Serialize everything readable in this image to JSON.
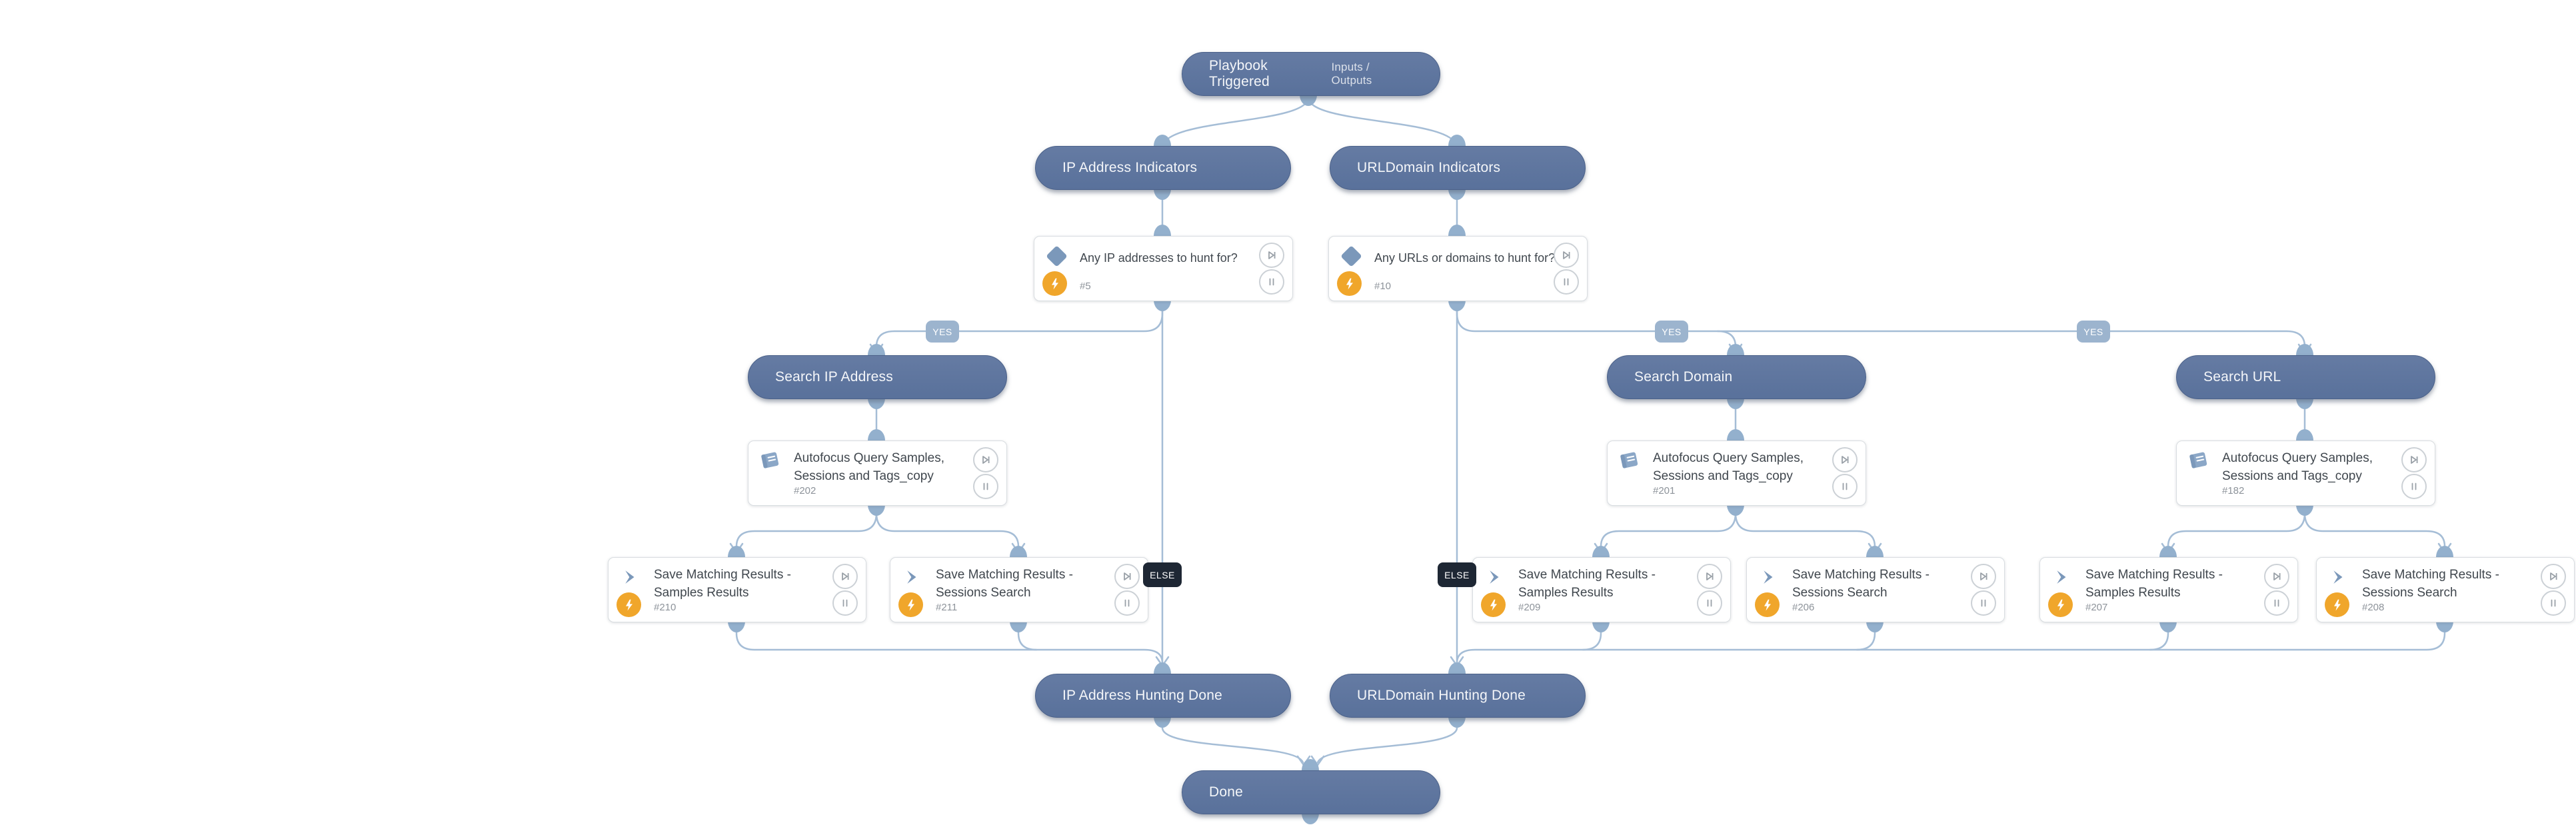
{
  "edge_labels": {
    "yes": "YES",
    "else": "ELSE"
  },
  "colors": {
    "pill_fill": "#5d77a1",
    "connector": "#a5bdd6",
    "yes_badge": "#9cb4ce",
    "else_badge": "#1e2734",
    "task_accent": "#7b98ba",
    "bolt_circle": "#f0a62b",
    "card_border": "#d9dde1",
    "title_text": "#40474e"
  },
  "nodes": {
    "playbook_triggered": {
      "label": "Playbook Triggered",
      "side_label": "Inputs / Outputs"
    },
    "ip_address_indicators": {
      "label": "IP Address Indicators"
    },
    "urldomain_indicators": {
      "label": "URLDomain Indicators"
    },
    "cond_ip": {
      "title": "Any IP addresses to hunt for?",
      "task_id": "#5"
    },
    "cond_url": {
      "title": "Any URLs or domains to hunt for?",
      "task_id": "#10"
    },
    "search_ip_address": {
      "label": "Search IP Address"
    },
    "search_domain": {
      "label": "Search Domain"
    },
    "search_url": {
      "label": "Search URL"
    },
    "autofocus_ip": {
      "title": "Autofocus Query Samples, Sessions and Tags_copy",
      "task_id": "#202"
    },
    "autofocus_domain": {
      "title": "Autofocus Query Samples, Sessions and Tags_copy",
      "task_id": "#201"
    },
    "autofocus_url": {
      "title": "Autofocus Query Samples, Sessions and Tags_copy",
      "task_id": "#182"
    },
    "save_ip_samples": {
      "title": "Save Matching Results - Samples Results",
      "task_id": "#210"
    },
    "save_ip_sessions": {
      "title": "Save Matching Results - Sessions Search",
      "task_id": "#211"
    },
    "save_domain_samples": {
      "title": "Save Matching Results - Samples Results",
      "task_id": "#209"
    },
    "save_domain_sessions": {
      "title": "Save Matching Results - Sessions Search",
      "task_id": "#206"
    },
    "save_url_samples": {
      "title": "Save Matching Results - Samples Results",
      "task_id": "#207"
    },
    "save_url_sessions": {
      "title": "Save Matching Results - Sessions Search",
      "task_id": "#208"
    },
    "ip_hunting_done": {
      "label": "IP Address Hunting Done"
    },
    "urldomain_hunting_done": {
      "label": "URLDomain Hunting Done"
    },
    "done": {
      "label": "Done"
    }
  }
}
